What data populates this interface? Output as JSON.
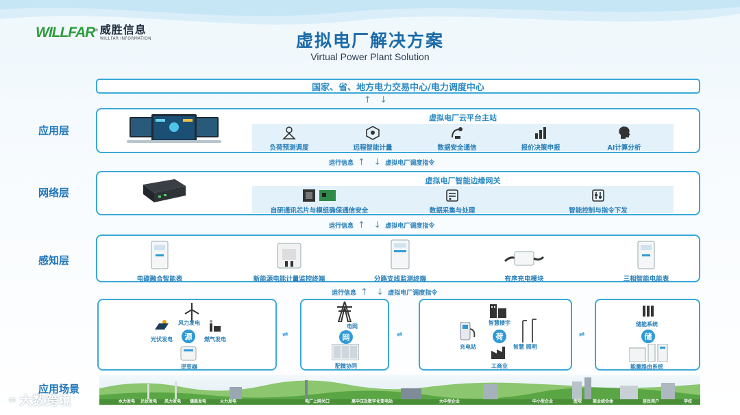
{
  "logo": {
    "mark": "WILLFAR",
    "mark_sup": "®",
    "name_cn": "威胜信息",
    "name_en": "WILLFAR INFORMATION"
  },
  "title": {
    "cn": "虚拟电厂解决方案",
    "en": "Virtual Power Plant Solution"
  },
  "center": "国家、省、地方电力交易中心/电力调度中心",
  "layers": {
    "app": "应用层",
    "network": "网络层",
    "sensing": "感知层",
    "scene": "应用场景"
  },
  "app_layer": {
    "title": "虚拟电厂云平台主站",
    "features": [
      {
        "label": "负荷预测调度",
        "icon": "dispatch-icon"
      },
      {
        "label": "远程智能计量",
        "icon": "meter-cube-icon"
      },
      {
        "label": "数据安全通信",
        "icon": "satellite-icon"
      },
      {
        "label": "报价决策申报",
        "icon": "bar-chart-icon"
      },
      {
        "label": "AI计算分析",
        "icon": "ai-head-icon"
      }
    ]
  },
  "flow": {
    "up": "运行信息",
    "down": "虚拟电厂调度指令"
  },
  "network_layer": {
    "title": "虚拟电厂智能边缘网关",
    "features": [
      {
        "label": "自研通讯芯片与模组确保通信安全",
        "icon": "chip-icon"
      },
      {
        "label": "数据采集与处理",
        "icon": "data-icon"
      },
      {
        "label": "智能控制与指令下发",
        "icon": "control-icon"
      }
    ]
  },
  "sensing_layer": {
    "devices": [
      {
        "label": "电碳融合智能表"
      },
      {
        "label": "新能源电能计量监控终端"
      },
      {
        "label": "分路支线监测终端"
      },
      {
        "label": "有序充电模块"
      },
      {
        "label": "三相智能电能表"
      }
    ]
  },
  "scenes": {
    "source": {
      "badge": "源",
      "wind": "风力发电",
      "solar": "光伏发电",
      "gas": "燃气发电",
      "inverter": "逆变器"
    },
    "grid": {
      "badge": "网",
      "grid": "电网",
      "coop": "配微协同"
    },
    "load": {
      "badge": "荷",
      "building": "智慧楼宇",
      "charging": "充电站",
      "lighting": "智慧 照明",
      "industry": "工商业"
    },
    "storage": {
      "badge": "储",
      "system": "储能系统",
      "router": "能量路由系统"
    },
    "swap": "⇌"
  },
  "strip": {
    "labels": [
      "水力发电",
      "光伏发电",
      "风力发电",
      "储能发电",
      "火力发电",
      "电厂上网关口",
      "高中压及数字化变电站",
      "大中型企业",
      "中小型企业",
      "医院",
      "商业综合体",
      "居民用户",
      "学校"
    ]
  },
  "watermark": "大数跨境",
  "colors": {
    "accent": "#2f9ad6",
    "border": "#3aa8d8",
    "title": "#1b6aa8",
    "green": "#2e9c3c"
  }
}
